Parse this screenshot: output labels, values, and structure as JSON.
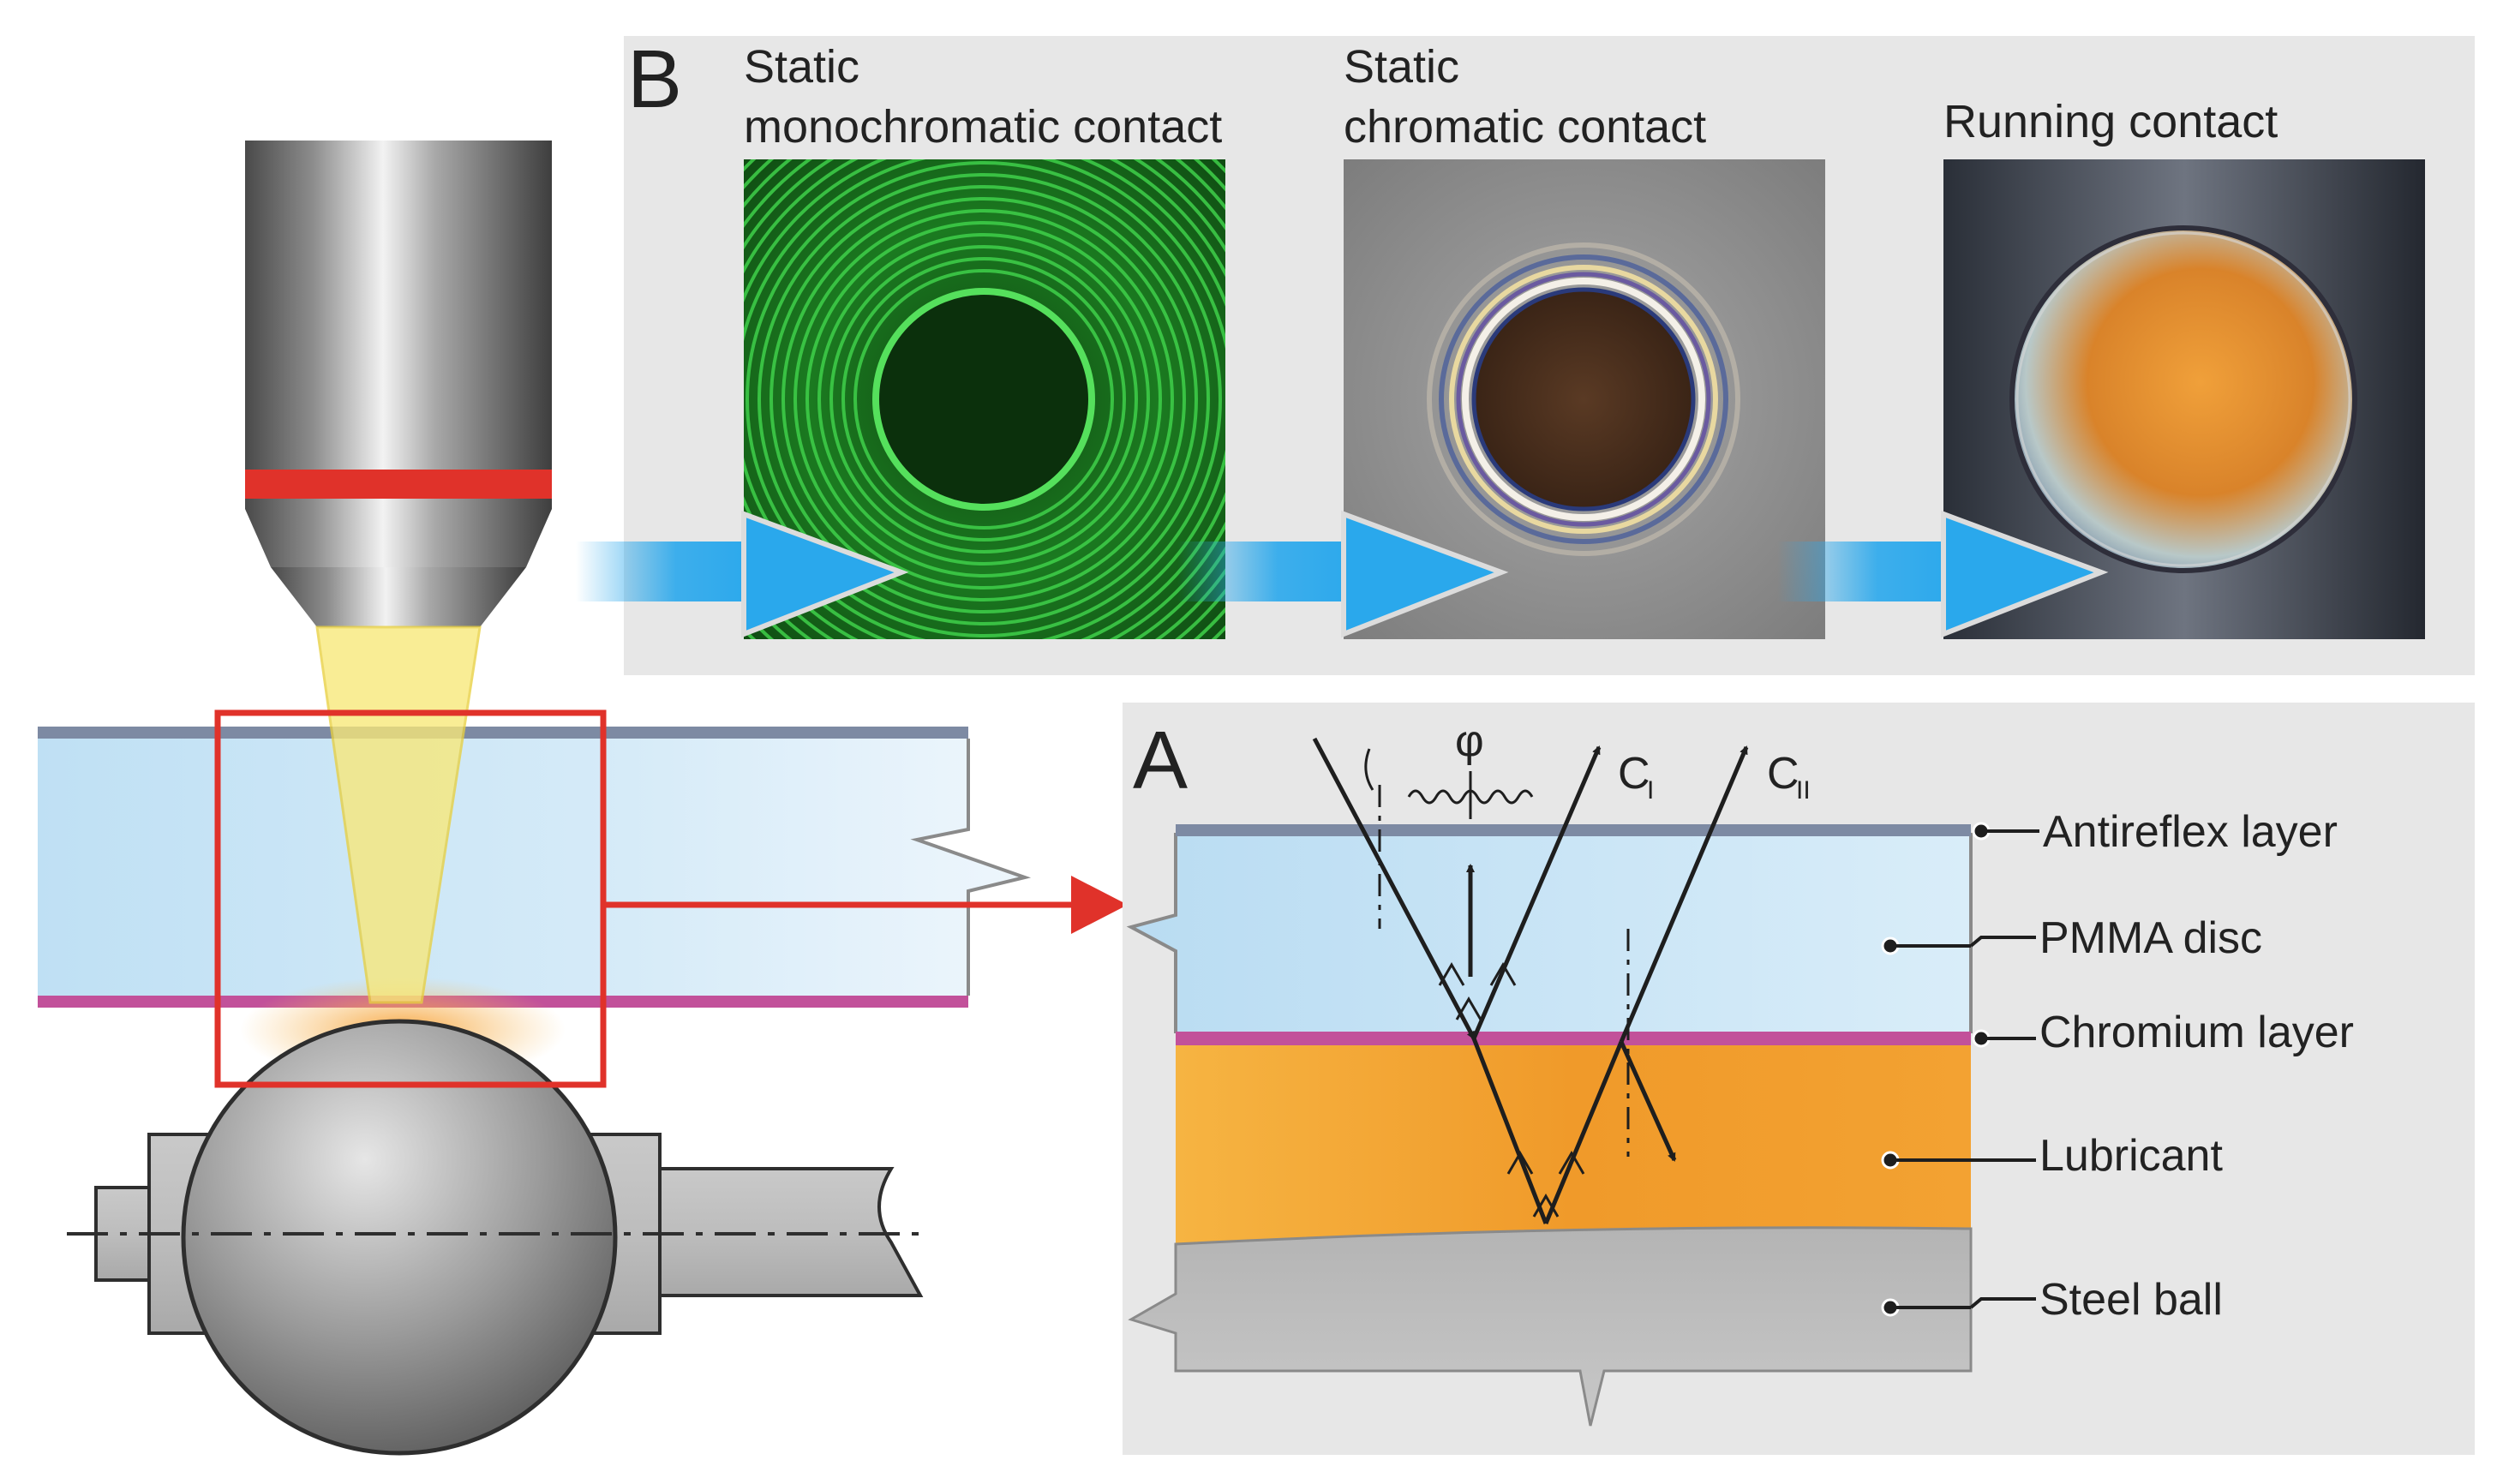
{
  "panel_b": {
    "letter": "B",
    "images": [
      {
        "title_line1": "Static",
        "title_line2": "monochromatic contact"
      },
      {
        "title_line1": "Static",
        "title_line2": "chromatic contact"
      },
      {
        "title_line1": "Running  contact",
        "title_line2": ""
      }
    ]
  },
  "panel_a": {
    "letter": "A",
    "symbols": {
      "phi": "φ",
      "c1": "C",
      "c1_sub": "I",
      "c2": "C",
      "c2_sub": "II"
    },
    "layers": [
      {
        "label": "Antireflex layer",
        "color": "#7d8aa3"
      },
      {
        "label": "PMMA disc",
        "color": "#c8e4f5"
      },
      {
        "label": "Chromium layer",
        "color": "#c2519a"
      },
      {
        "label": "Lubricant",
        "color": "#f3a532"
      },
      {
        "label": "Steel ball",
        "color": "#bcbcbc"
      }
    ]
  },
  "colors": {
    "frame_red": "#e0322a",
    "flow_arrow": "#2aa8ec",
    "light_cone": "#f8e878",
    "monochromatic_fringe": "#2fc23a"
  }
}
